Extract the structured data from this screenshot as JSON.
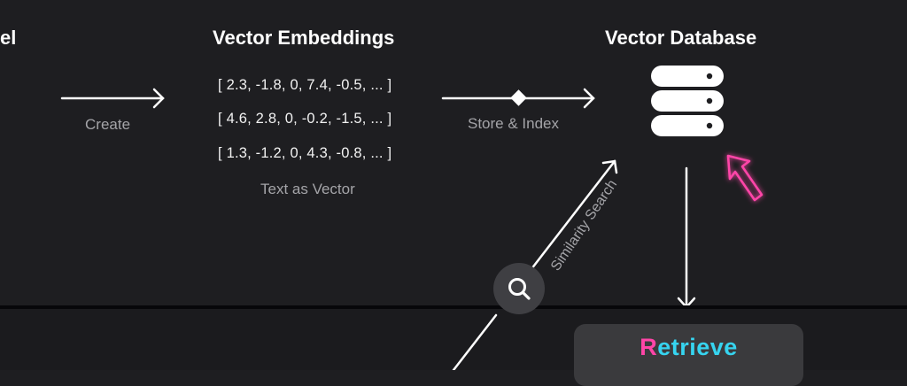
{
  "model_title_fragment": "el",
  "embeddings": {
    "title": "Vector Embeddings",
    "rows": [
      "[ 2.3, -1.8, 0, 7.4, -0.5, ... ]",
      "[ 4.6, 2.8, 0, -0.2, -1.5, ... ]",
      "[ 1.3, -1.2, 0, 4.3, -0.8, ... ]"
    ],
    "caption": "Text as Vector"
  },
  "database": {
    "title": "Vector Database",
    "icon": "database-icon"
  },
  "edges": {
    "create": "Create",
    "store_index": "Store & Index",
    "similarity_search": "Similarity Search"
  },
  "search_icon": "search-icon",
  "cursor_icon": "cursor-arrow-icon",
  "retrieve": {
    "first_letter": "R",
    "rest": "etrieve"
  },
  "colors": {
    "background": "#1e1e21",
    "pink": "#ff45a8",
    "cyan": "#36d4f0",
    "muted_text": "#a4a4a8"
  }
}
